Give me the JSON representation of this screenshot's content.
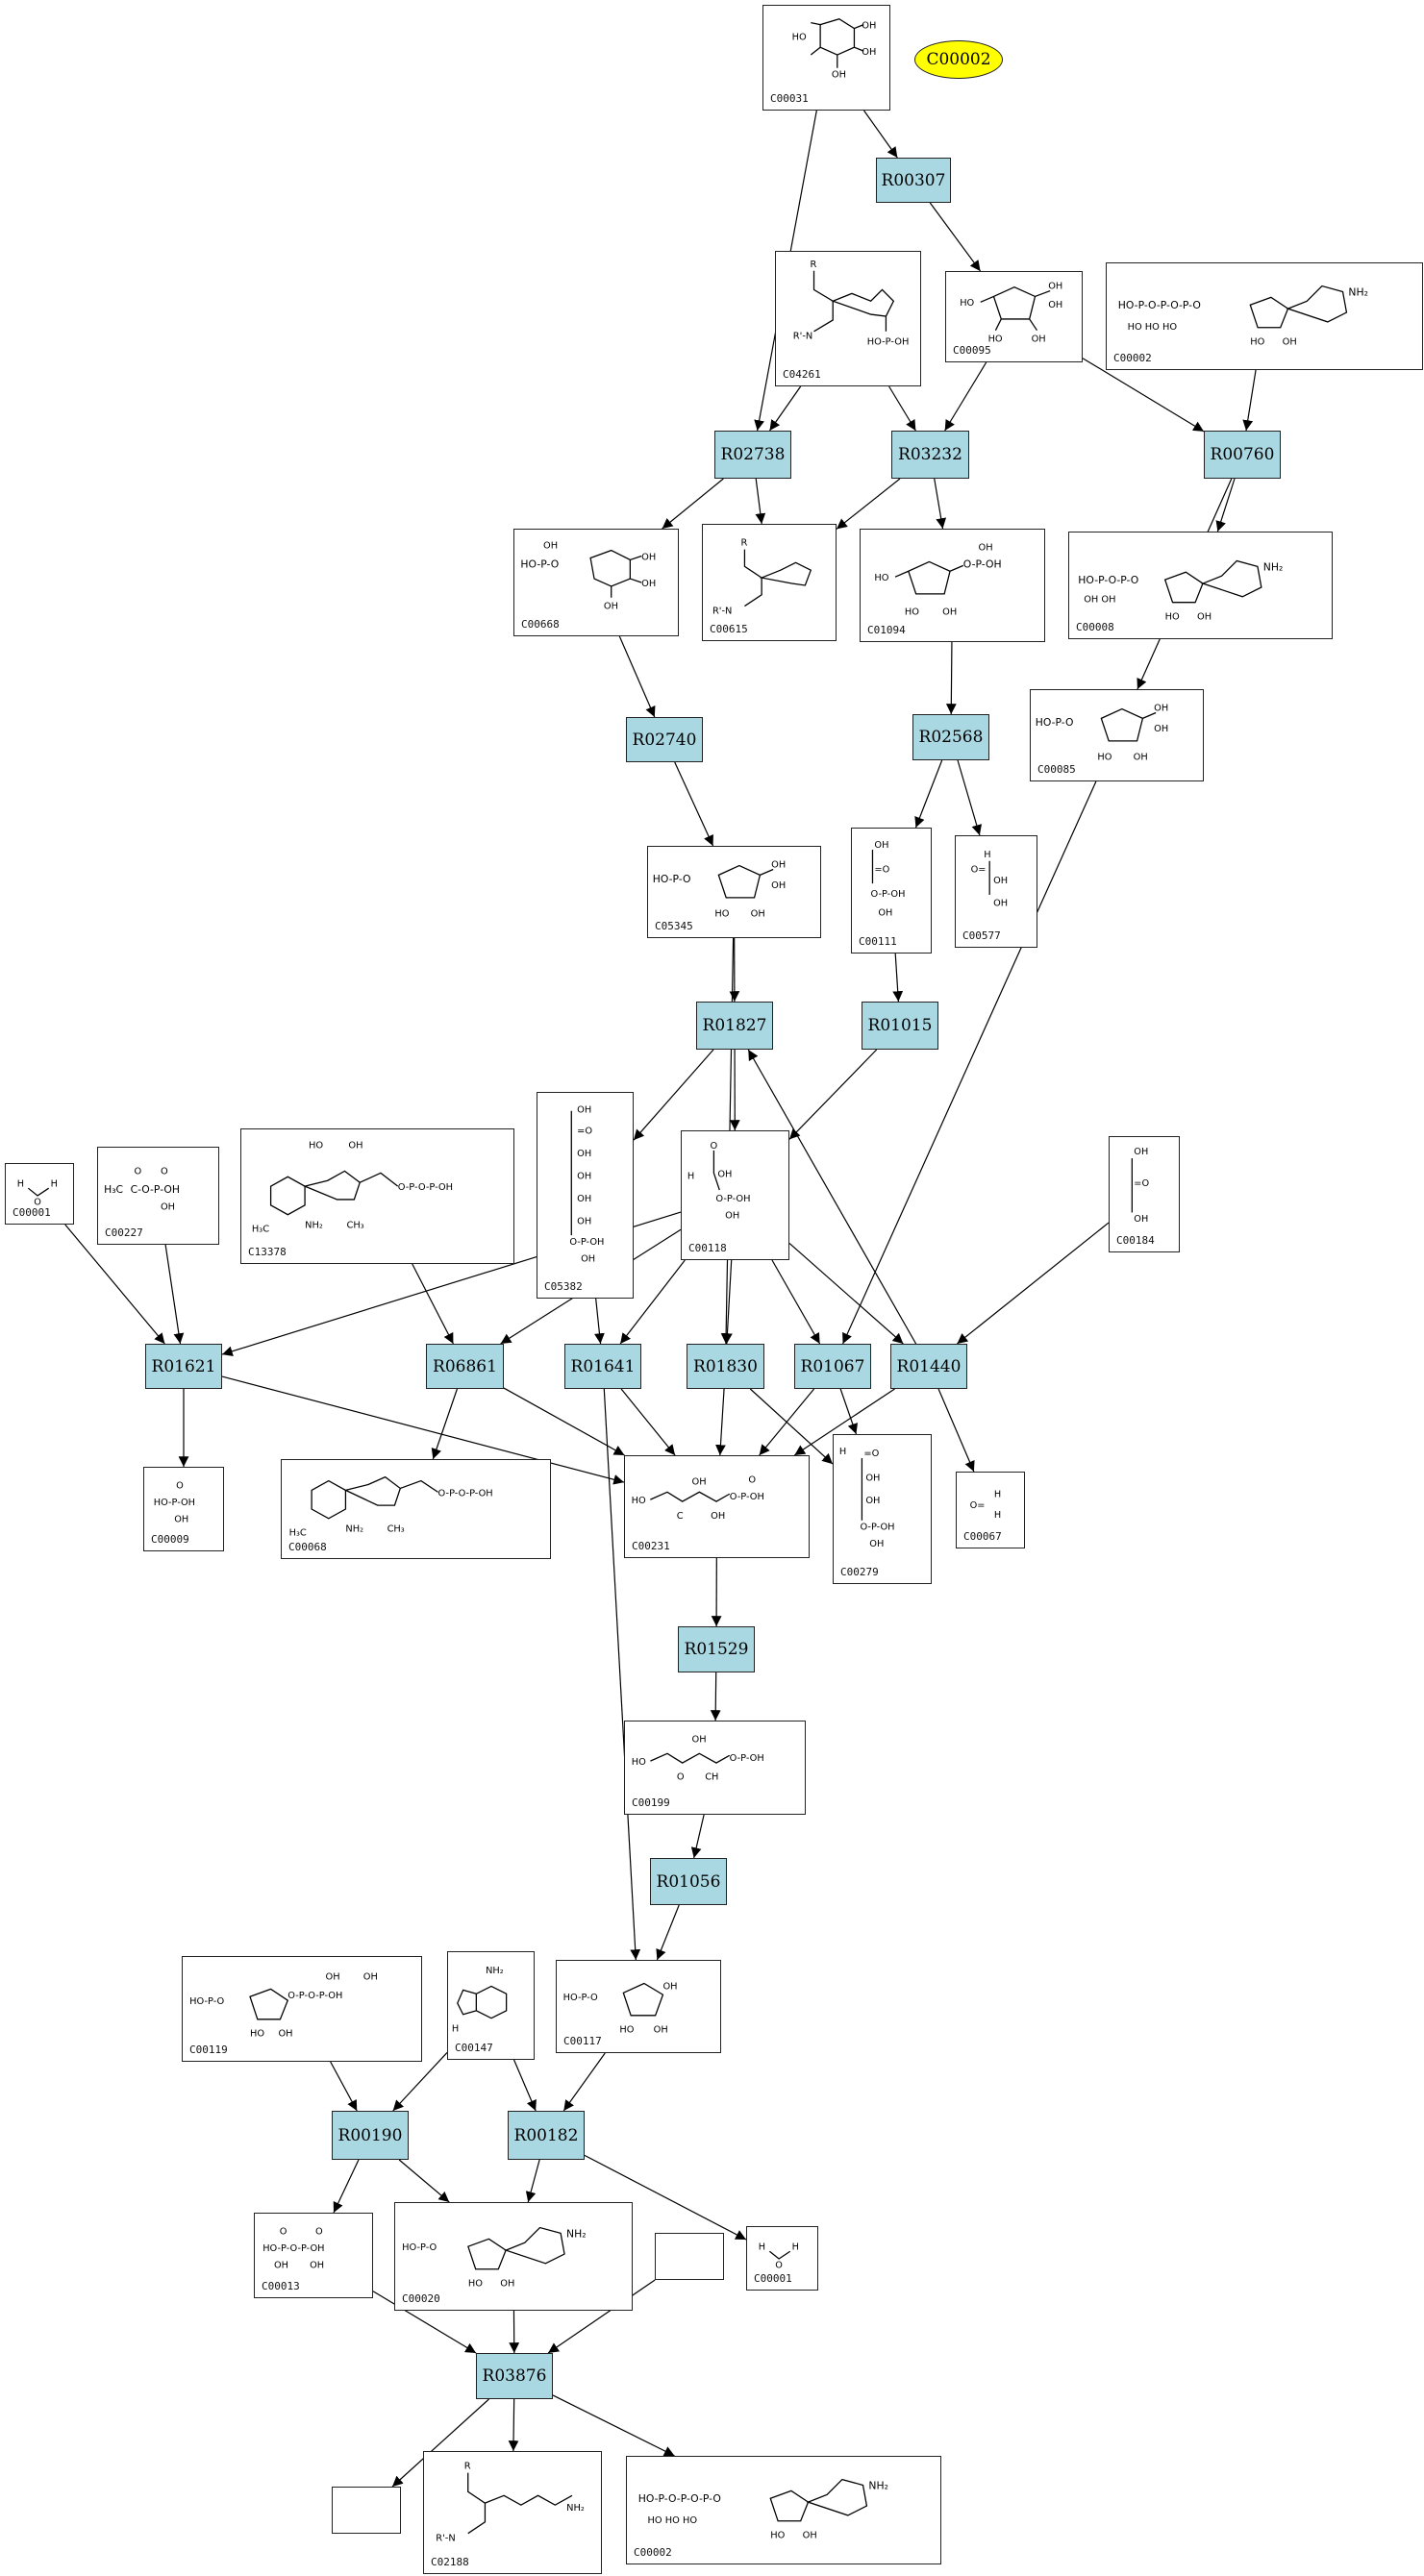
{
  "highlight": {
    "label": "C00002",
    "color": "#ffff00"
  },
  "reaction_color": "#a9d8e3",
  "compounds": [
    {
      "id": "c1",
      "label": "C00031",
      "icon": "glucose-structure"
    },
    {
      "id": "c2",
      "label": "C04261",
      "icon": "phosphohistidine-structure"
    },
    {
      "id": "c3",
      "label": "C00095",
      "icon": "fructose-structure"
    },
    {
      "id": "c4",
      "label": "C00002",
      "icon": "atp-structure"
    },
    {
      "id": "c5",
      "label": "C00668",
      "icon": "glucose-6-phosphate-structure"
    },
    {
      "id": "c6",
      "label": "C00615",
      "icon": "histidine-residue-structure"
    },
    {
      "id": "c7",
      "label": "C01094",
      "icon": "fructose-1-phosphate-structure"
    },
    {
      "id": "c8",
      "label": "C00008",
      "icon": "adp-structure"
    },
    {
      "id": "c9",
      "label": "C00085",
      "icon": "fructose-6-phosphate-structure"
    },
    {
      "id": "c10",
      "label": "C05345",
      "icon": "beta-fructose-6-phosphate-structure"
    },
    {
      "id": "c11",
      "label": "C00111",
      "icon": "glycerone-phosphate-structure"
    },
    {
      "id": "c12",
      "label": "C00577",
      "icon": "glyceraldehyde-structure"
    },
    {
      "id": "c13",
      "label": "C00001",
      "icon": "water-structure"
    },
    {
      "id": "c14",
      "label": "C00227",
      "icon": "acetyl-phosphate-structure"
    },
    {
      "id": "c15",
      "label": "C13378",
      "icon": "thiamine-derivative-structure"
    },
    {
      "id": "c16",
      "label": "C05382",
      "icon": "sedoheptulose-7-phosphate-structure"
    },
    {
      "id": "c17",
      "label": "C00118",
      "icon": "glyceraldehyde-3-phosphate-structure"
    },
    {
      "id": "c18",
      "label": "C00184",
      "icon": "glycerone-structure"
    },
    {
      "id": "c19",
      "label": "C00009",
      "icon": "phosphate-structure"
    },
    {
      "id": "c20",
      "label": "C00068",
      "icon": "thiamine-diphosphate-structure"
    },
    {
      "id": "c21",
      "label": "C00231",
      "icon": "xylulose-5-phosphate-structure"
    },
    {
      "id": "c22",
      "label": "C00279",
      "icon": "erythrose-4-phosphate-structure"
    },
    {
      "id": "c23",
      "label": "C00067",
      "icon": "formaldehyde-structure"
    },
    {
      "id": "c24",
      "label": "C00199",
      "icon": "ribulose-5-phosphate-structure"
    },
    {
      "id": "c25",
      "label": "C00119",
      "icon": "prpp-structure"
    },
    {
      "id": "c26",
      "label": "C00147",
      "icon": "adenine-structure"
    },
    {
      "id": "c27",
      "label": "C00117",
      "icon": "ribose-5-phosphate-structure"
    },
    {
      "id": "c28",
      "label": "C00013",
      "icon": "diphosphate-structure"
    },
    {
      "id": "c29",
      "label": "C00020",
      "icon": "amp-structure"
    },
    {
      "id": "c30",
      "label": "",
      "icon": "empty-box"
    },
    {
      "id": "c31",
      "label": "C00001",
      "icon": "water-structure"
    },
    {
      "id": "c32",
      "label": "",
      "icon": "empty-box"
    },
    {
      "id": "c33",
      "label": "C02188",
      "icon": "lysine-residue-structure"
    },
    {
      "id": "c34",
      "label": "C00002",
      "icon": "atp-structure"
    }
  ],
  "reactions": [
    {
      "id": "r1",
      "label": "R00307"
    },
    {
      "id": "r2",
      "label": "R02738"
    },
    {
      "id": "r3",
      "label": "R03232"
    },
    {
      "id": "r4",
      "label": "R00760"
    },
    {
      "id": "r5",
      "label": "R02740"
    },
    {
      "id": "r6",
      "label": "R02568"
    },
    {
      "id": "r7",
      "label": "R01827"
    },
    {
      "id": "r8",
      "label": "R01015"
    },
    {
      "id": "r9",
      "label": "R01621"
    },
    {
      "id": "r10",
      "label": "R06861"
    },
    {
      "id": "r11",
      "label": "R01641"
    },
    {
      "id": "r12",
      "label": "R01830"
    },
    {
      "id": "r13",
      "label": "R01067"
    },
    {
      "id": "r14",
      "label": "R01440"
    },
    {
      "id": "r15",
      "label": "R01529"
    },
    {
      "id": "r16",
      "label": "R01056"
    },
    {
      "id": "r17",
      "label": "R00190"
    },
    {
      "id": "r18",
      "label": "R00182"
    },
    {
      "id": "r19",
      "label": "R03876"
    }
  ],
  "edges": [
    [
      "c1",
      "r1"
    ],
    [
      "c1",
      "r2"
    ],
    [
      "r1",
      "c3"
    ],
    [
      "c2",
      "r2"
    ],
    [
      "c2",
      "r3"
    ],
    [
      "c3",
      "r3"
    ],
    [
      "c3",
      "r4"
    ],
    [
      "c4",
      "r4"
    ],
    [
      "r2",
      "c5"
    ],
    [
      "r2",
      "c6"
    ],
    [
      "r3",
      "c6"
    ],
    [
      "r3",
      "c7"
    ],
    [
      "r4",
      "c8"
    ],
    [
      "r4",
      "c9"
    ],
    [
      "c5",
      "r5"
    ],
    [
      "c7",
      "r6"
    ],
    [
      "r5",
      "c10"
    ],
    [
      "r6",
      "c11"
    ],
    [
      "r6",
      "c12"
    ],
    [
      "c10",
      "r7"
    ],
    [
      "c10",
      "r12"
    ],
    [
      "c11",
      "r8"
    ],
    [
      "c9",
      "r13"
    ],
    [
      "r7",
      "c16"
    ],
    [
      "r7",
      "c17"
    ],
    [
      "r8",
      "c17"
    ],
    [
      "c13",
      "r9"
    ],
    [
      "c14",
      "r9"
    ],
    [
      "c15",
      "r10"
    ],
    [
      "c16",
      "r11"
    ],
    [
      "c17",
      "r9"
    ],
    [
      "c17",
      "r10"
    ],
    [
      "c17",
      "r11"
    ],
    [
      "c17",
      "r12"
    ],
    [
      "c17",
      "r13"
    ],
    [
      "c17",
      "r14"
    ],
    [
      "c18",
      "r14"
    ],
    [
      "r9",
      "c19"
    ],
    [
      "r9",
      "c21"
    ],
    [
      "r10",
      "c20"
    ],
    [
      "r10",
      "c21"
    ],
    [
      "r11",
      "c21"
    ],
    [
      "r11",
      "c27"
    ],
    [
      "r12",
      "c21"
    ],
    [
      "r12",
      "c22"
    ],
    [
      "r13",
      "c21"
    ],
    [
      "r13",
      "c22"
    ],
    [
      "r14",
      "c21"
    ],
    [
      "r14",
      "c23"
    ],
    [
      "r14",
      "r7"
    ],
    [
      "c21",
      "r15"
    ],
    [
      "r15",
      "c24"
    ],
    [
      "c24",
      "r16"
    ],
    [
      "r16",
      "c27"
    ],
    [
      "c25",
      "r17"
    ],
    [
      "c26",
      "r17"
    ],
    [
      "c26",
      "r18"
    ],
    [
      "c27",
      "r18"
    ],
    [
      "r17",
      "c28"
    ],
    [
      "r17",
      "c29"
    ],
    [
      "r18",
      "c29"
    ],
    [
      "r18",
      "c31"
    ],
    [
      "c28",
      "r19"
    ],
    [
      "c29",
      "r19"
    ],
    [
      "c30",
      "r19"
    ],
    [
      "r19",
      "c32"
    ],
    [
      "r19",
      "c33"
    ],
    [
      "r19",
      "c34"
    ]
  ]
}
